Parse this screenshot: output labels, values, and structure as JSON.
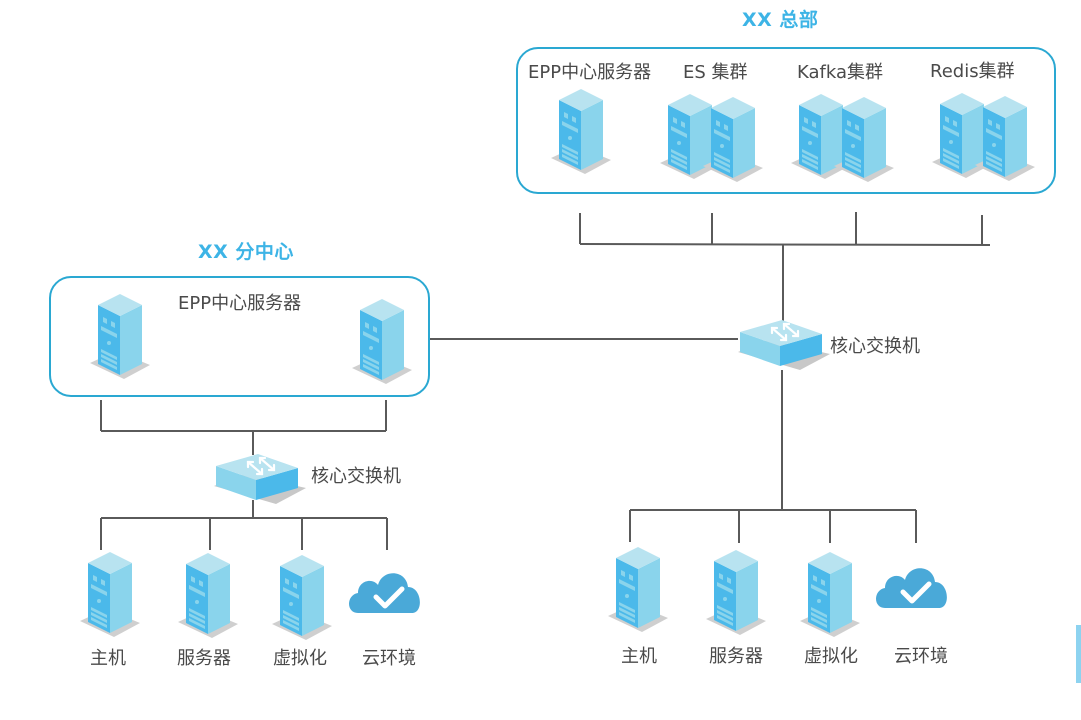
{
  "headquarters": {
    "title": "XX 总部",
    "clusters": [
      {
        "label": "EPP中心服务器",
        "servers": 1
      },
      {
        "label": "ES 集群",
        "servers": 2
      },
      {
        "label": "Kafka集群",
        "servers": 2
      },
      {
        "label": "Redis集群",
        "servers": 2
      }
    ],
    "switch_label": "核心交换机",
    "endpoints": [
      {
        "label": "主机",
        "icon": "server-icon"
      },
      {
        "label": "服务器",
        "icon": "server-icon"
      },
      {
        "label": "虚拟化",
        "icon": "server-icon"
      },
      {
        "label": "云环境",
        "icon": "cloud-check-icon"
      }
    ]
  },
  "branch": {
    "title": "XX 分中心",
    "server_group_label": "EPP中心服务器",
    "switch_label": "核心交换机",
    "endpoints": [
      {
        "label": "主机",
        "icon": "server-icon"
      },
      {
        "label": "服务器",
        "icon": "server-icon"
      },
      {
        "label": "虚拟化",
        "icon": "server-icon"
      },
      {
        "label": "云环境",
        "icon": "cloud-check-icon"
      }
    ]
  },
  "colors": {
    "accent": "#3db4e6",
    "box_border": "#2aa8d2",
    "line": "#5a5a5a",
    "server_front": "#4bb9ea",
    "server_side": "#8ad4ec",
    "server_top": "#b8e3f0",
    "cloud": "#4aa9d8"
  }
}
